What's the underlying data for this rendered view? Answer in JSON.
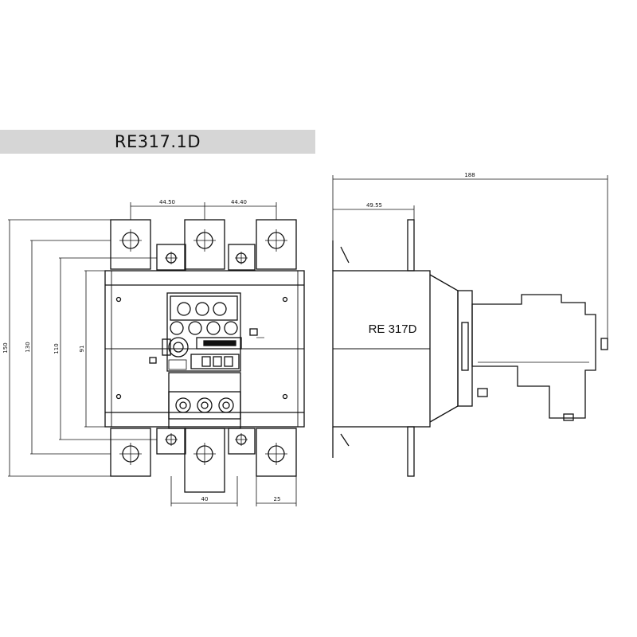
{
  "title": "RE317.1D",
  "side_label": "RE 317D",
  "dimensions": {
    "pitch_left": "44.50",
    "pitch_right": "44.40",
    "overall_height": "150",
    "height_2": "130",
    "height_3": "110",
    "height_4": "91",
    "terminal_width": "40",
    "terminal_offset": "25",
    "overall_depth": "188",
    "partial_depth": "49.55"
  }
}
